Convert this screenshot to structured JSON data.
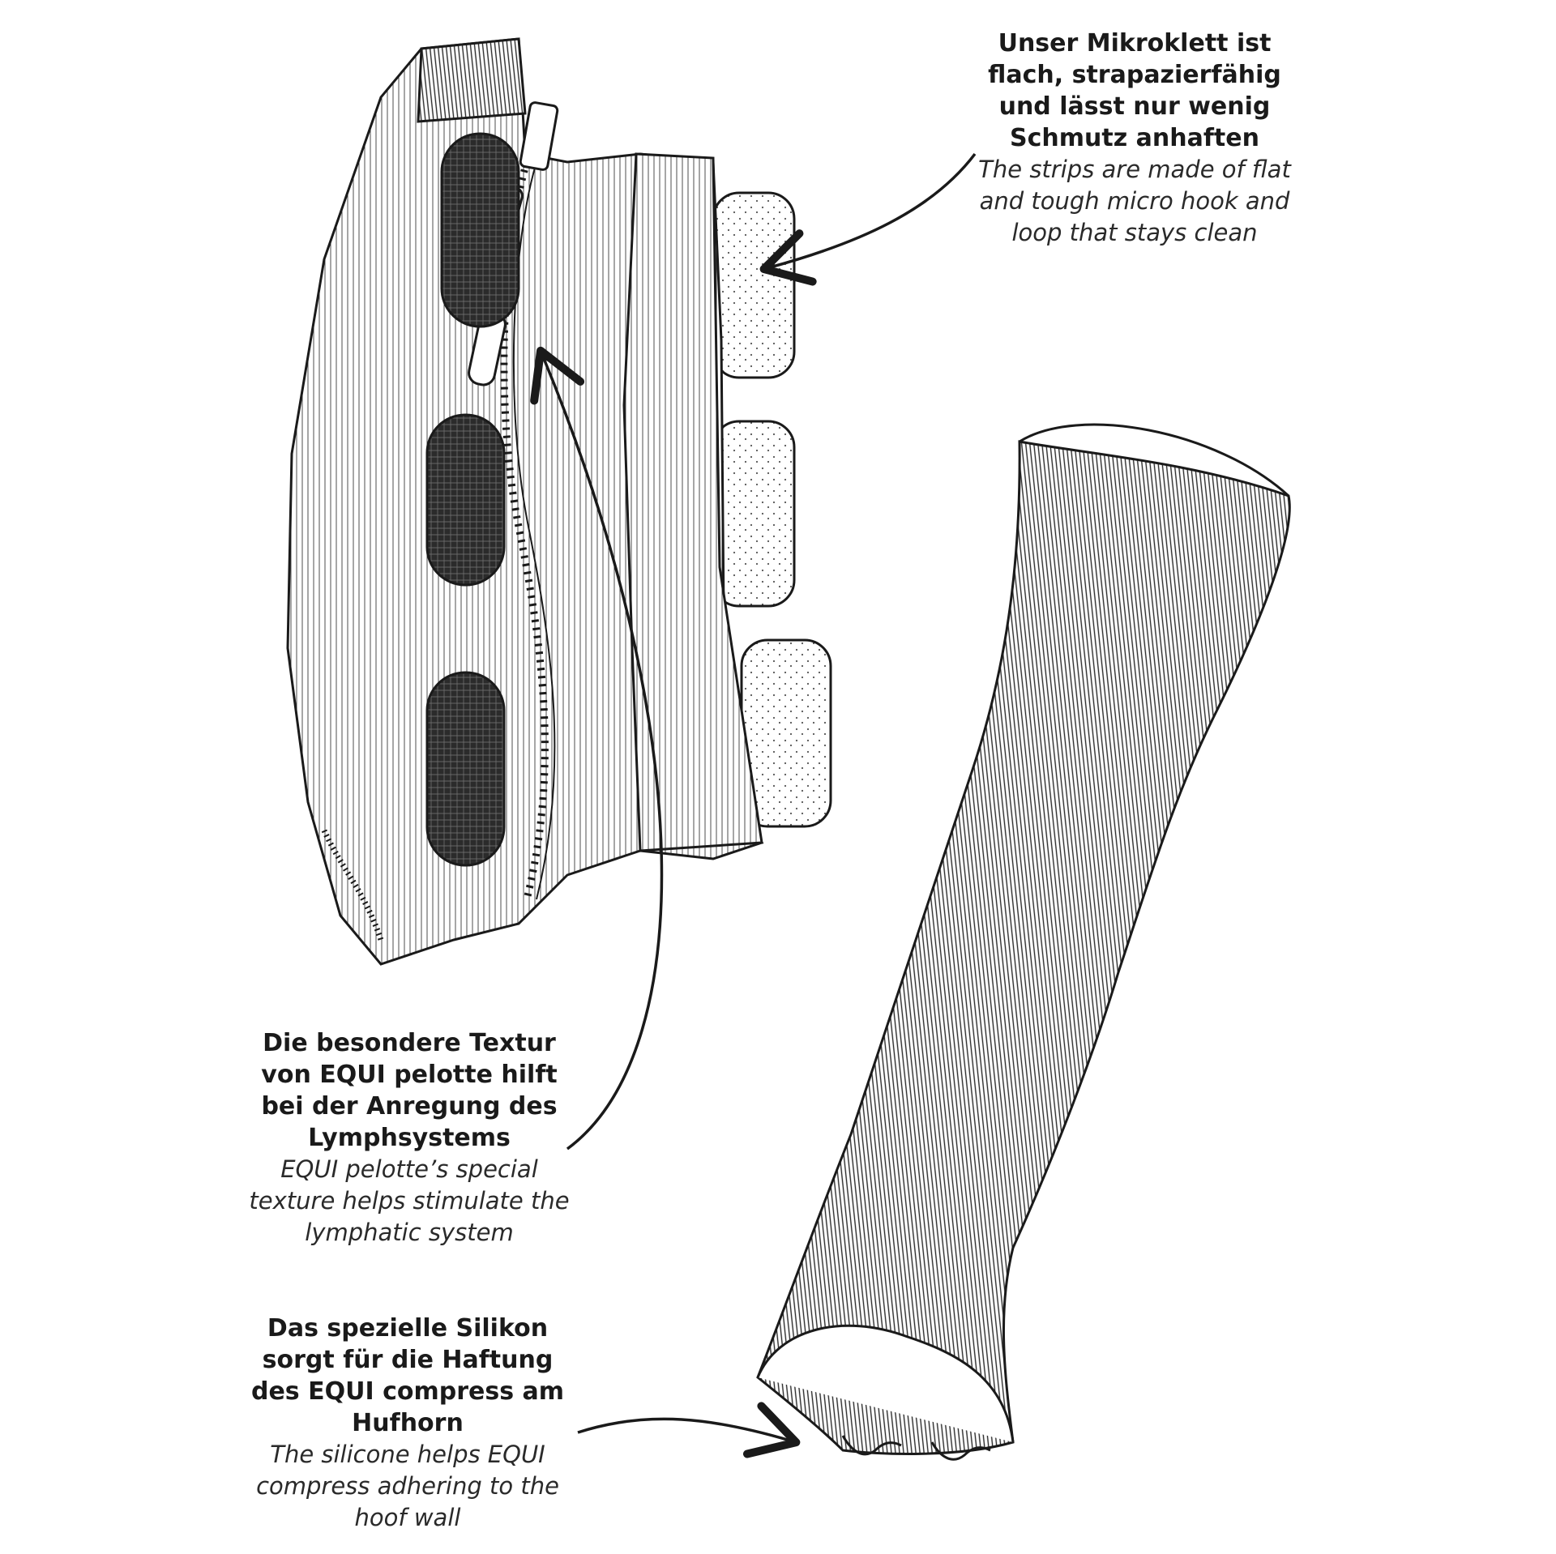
{
  "annotations": {
    "velcro": {
      "de": "Unser Mikroklett ist\nflach, strapazierfähig\nund lässt nur wenig\nSchmutz anhaften",
      "en": "The strips are made of flat\nand tough micro hook and\nloop that stays clean"
    },
    "texture": {
      "de": "Die besondere Textur\nvon EQUI pelotte hilft\nbei der Anregung des\nLymphsystems",
      "en": "EQUI pelotte’s special\ntexture helps stimulate the\nlymphatic system"
    },
    "silicone": {
      "de": "Das spezielle Silikon\nsorgt für die Haftung\ndes EQUI compress am\nHufhorn",
      "en": "The silicone helps EQUI\ncompress adhering to the\nhoof wall"
    }
  },
  "colors": {
    "ink": "#1a1a1a",
    "paper": "#ffffff",
    "pad_dark": "#2b2b2b",
    "velcro_tab": "#f0f0f0"
  }
}
